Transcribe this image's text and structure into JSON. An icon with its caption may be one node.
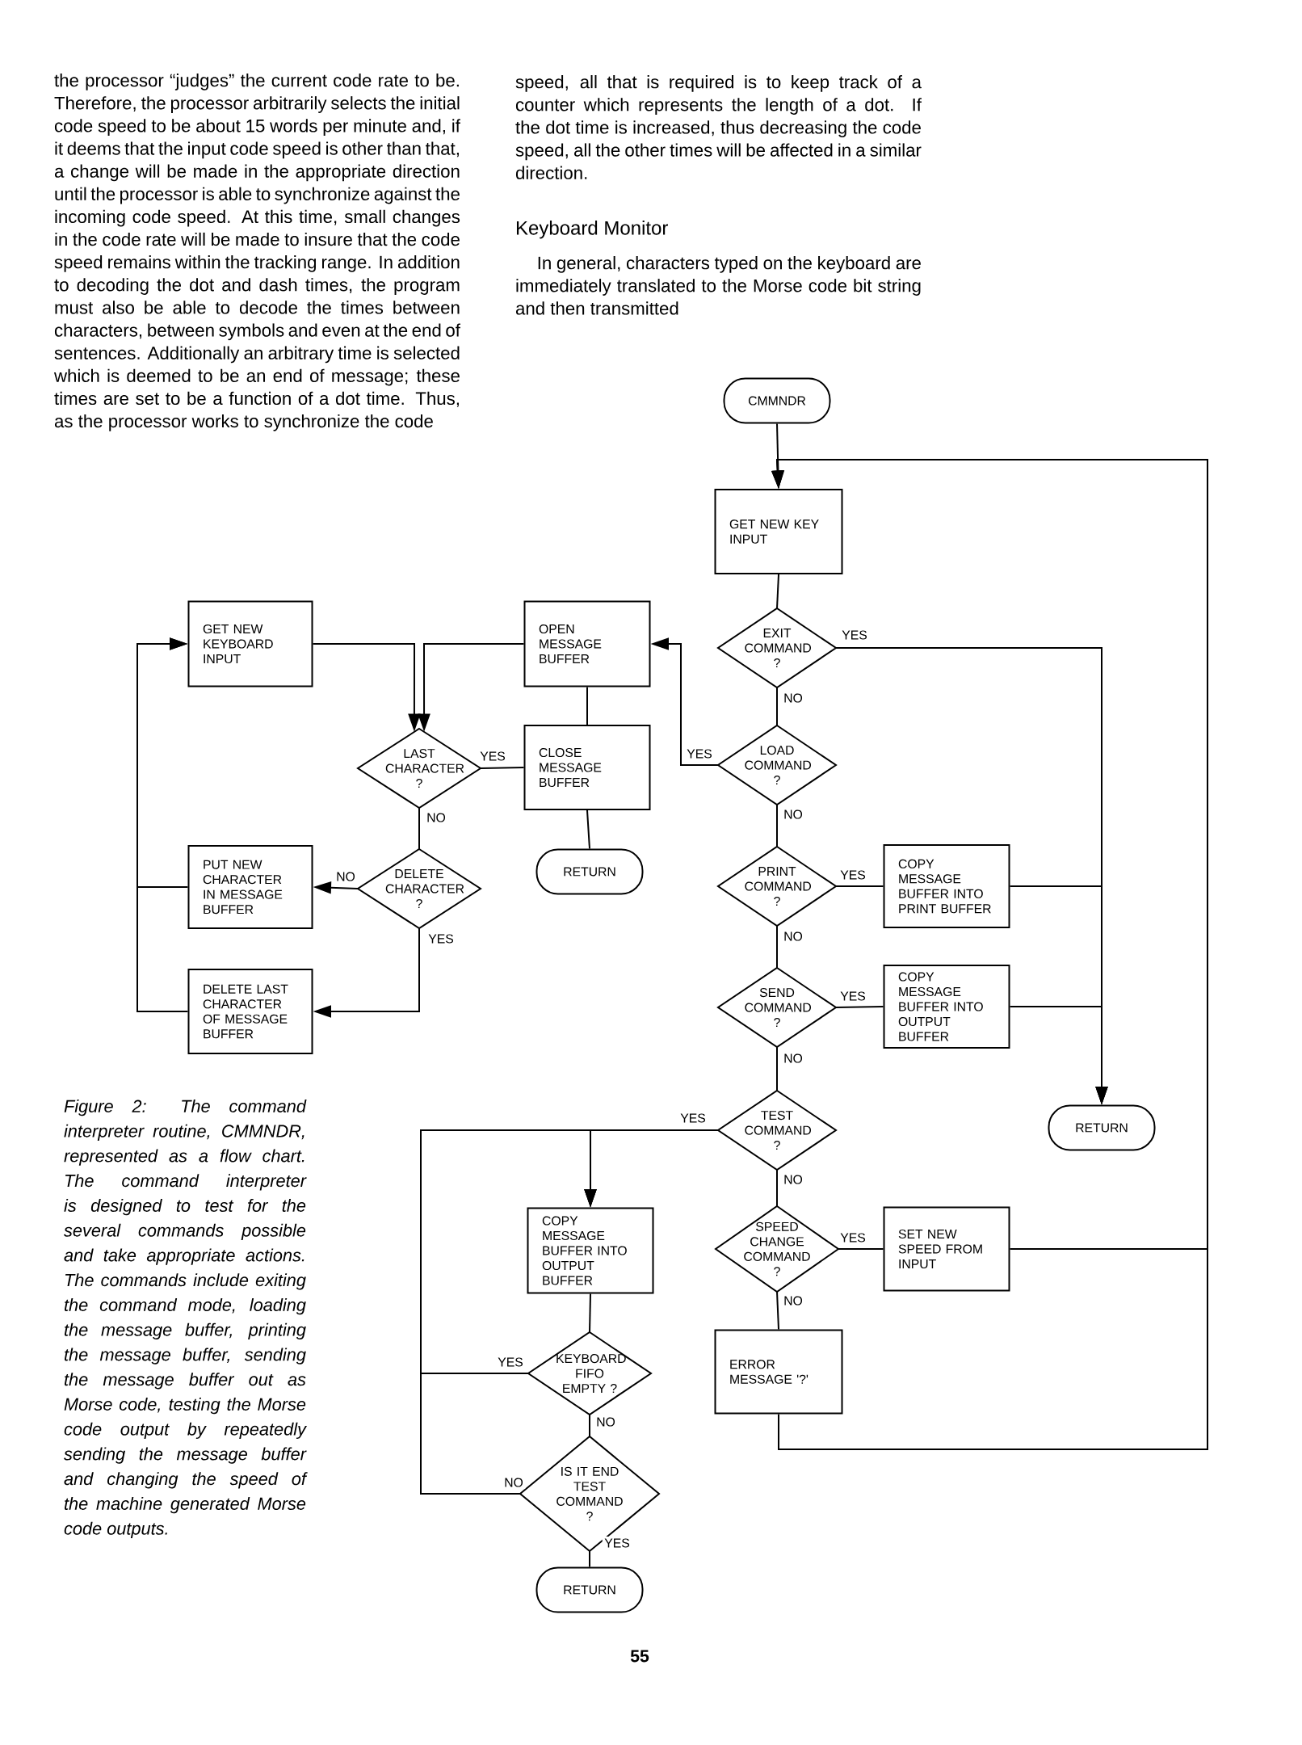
{
  "diagram": {
    "caption": "Figure 2: The command interpreter routine, CMMNDR, represented as a flow chart. The command interpreter is designed to test for the several commands possible and take appropriate actions. The commands include exiting the command mode, loading the message buffer, printing the message buffer, sending the message buffer out as Morse code, testing the Morse code output by repeatedly sending the message buffer and changing the speed of the machine generated Morse code outputs.",
    "nodes": [
      {
        "text": [
          "CMMNDR"
        ]
      },
      {
        "text": [
          "GET NEW KEY INPUT"
        ]
      },
      {
        "text": [
          "EXIT COMMAND ?"
        ]
      },
      {
        "text": [
          "LOAD COMMAND ?"
        ]
      },
      {
        "text": [
          "PRINT COMMAND ?"
        ]
      },
      {
        "text": [
          "COPY MESSAGE BUFFER INTO PRINT BUFFER"
        ]
      },
      {
        "text": [
          "SEND COMMAND ?"
        ]
      },
      {
        "text": [
          "COPY MESSAGE BUFFER INTO OUTPUT BUFFER"
        ]
      },
      {
        "text": [
          "TEST COMMAND ?"
        ]
      },
      {
        "text": [
          "RETURN"
        ]
      },
      {
        "text": [
          "SPEED CHANGE COMMAND ?"
        ]
      },
      {
        "text": [
          "SET NEW SPEED FROM INPUT"
        ]
      },
      {
        "text": [
          "ERROR MESSAGE '?'"
        ]
      },
      {
        "text": [
          "OPEN MESSAGE BUFFER"
        ]
      },
      {
        "text": [
          "CLOSE MESSAGE BUFFER"
        ]
      },
      {
        "text": [
          "RETURN"
        ]
      },
      {
        "text": [
          "GET NEW KEYBOARD INPUT"
        ]
      },
      {
        "text": [
          "LAST CHARACTER ?"
        ]
      },
      {
        "text": [
          "DELETE CHARACTER ?"
        ]
      },
      {
        "text": [
          "PUT NEW CHARACTER IN MESSAGE BUFFER"
        ]
      },
      {
        "text": [
          "DELETE LAST CHARACTER OF MESSAGE BUFFER"
        ]
      },
      {
        "text": [
          "COPY MESSAGE BUFFER INTO OUTPUT BUFFER"
        ]
      },
      {
        "text": [
          "KEYBOARD FIFO EMPTY ?"
        ]
      },
      {
        "text": [
          "IS IT END TEST COMMAND ?"
        ]
      },
      {
        "text": [
          "RETURN"
        ]
      }
    ],
    "edges": [
      {
        "from": 0,
        "to": 1,
        "arrow": "to"
      },
      {
        "from": 1,
        "to": 2,
        "arrow": "none"
      },
      {
        "from": 2,
        "to": 9,
        "arrow": "to",
        "label": "YES"
      },
      {
        "from": 2,
        "to": 3,
        "arrow": "none",
        "label": "NO"
      },
      {
        "from": 3,
        "to": 13,
        "arrow": "to",
        "label": "YES"
      },
      {
        "from": 3,
        "to": 4,
        "arrow": "none",
        "label": "NO"
      },
      {
        "from": 4,
        "to": 5,
        "arrow": "none",
        "label": "YES"
      },
      {
        "from": 5,
        "to": 9,
        "arrow": "to"
      },
      {
        "from": 4,
        "to": 6,
        "arrow": "none",
        "label": "NO"
      },
      {
        "from": 6,
        "to": 7,
        "arrow": "none",
        "label": "YES"
      },
      {
        "from": 7,
        "to": 9,
        "arrow": "to"
      },
      {
        "from": 6,
        "to": 8,
        "arrow": "none",
        "label": "NO"
      },
      {
        "from": 8,
        "to": 21,
        "arrow": "to",
        "label": "YES"
      },
      {
        "from": 8,
        "to": 10,
        "arrow": "none",
        "label": "NO"
      },
      {
        "from": 10,
        "to": 11,
        "arrow": "none",
        "label": "YES"
      },
      {
        "from": 11,
        "to": 1,
        "arrow": "to"
      },
      {
        "from": 10,
        "to": 12,
        "arrow": "none",
        "label": "NO"
      },
      {
        "from": 12,
        "to": 1,
        "arrow": "to"
      },
      {
        "from": 13,
        "to": 17,
        "arrow": "to"
      },
      {
        "from": 13,
        "to": 14,
        "arrow": "none"
      },
      {
        "from": 17,
        "to": 14,
        "arrow": "none",
        "label": "YES"
      },
      {
        "from": 14,
        "to": 15,
        "arrow": "none"
      },
      {
        "from": 16,
        "to": 17,
        "arrow": "to"
      },
      {
        "from": 17,
        "to": 18,
        "arrow": "none",
        "label": "NO"
      },
      {
        "from": 18,
        "to": 19,
        "arrow": "to",
        "label": "NO"
      },
      {
        "from": 18,
        "to": 20,
        "arrow": "to",
        "label": "YES"
      },
      {
        "from": 19,
        "to": 16,
        "arrow": "to"
      },
      {
        "from": 20,
        "to": 16,
        "arrow": "to"
      },
      {
        "from": 21,
        "to": 22,
        "arrow": "none"
      },
      {
        "from": 22,
        "to": 21,
        "arrow": "to",
        "label": "YES"
      },
      {
        "from": 22,
        "to": 23,
        "arrow": "none",
        "label": "NO"
      },
      {
        "from": 23,
        "to": 21,
        "arrow": "to",
        "label": "NO"
      },
      {
        "from": 23,
        "to": 24,
        "arrow": "none",
        "label": "YES"
      }
    ],
    "labels": [
      "the processor “judges” the current code rate to be. Therefore, the processor arbitrarily selects the initial code speed to be about 15 words per minute and, if it deems that the input code speed is other than that, a change will be made in the appropriate direction until the processor is able to synchronize against the incoming code speed. At this time, small changes in the code rate will be made to insure that the code speed remains within the tracking range. In addition to decoding the dot and dash times, the program must also be able to decode the times between characters, between symbols and even at the end of sentences. Additionally an arbitrary time is selected which is deemed to be an end of message; these times are set to be a function of a dot time. Thus, as the processor works to synchronize the code",
      "speed, all that is required is to keep track of a counter which represents the length of a dot. If the dot time is increased, thus decreasing the code speed, all the other times will be affected in a similar direction.",
      "Keyboard Monitor",
      "In general, characters typed on the keyboard are immediately translated to the Morse code bit string and then transmitted",
      "55"
    ]
  }
}
